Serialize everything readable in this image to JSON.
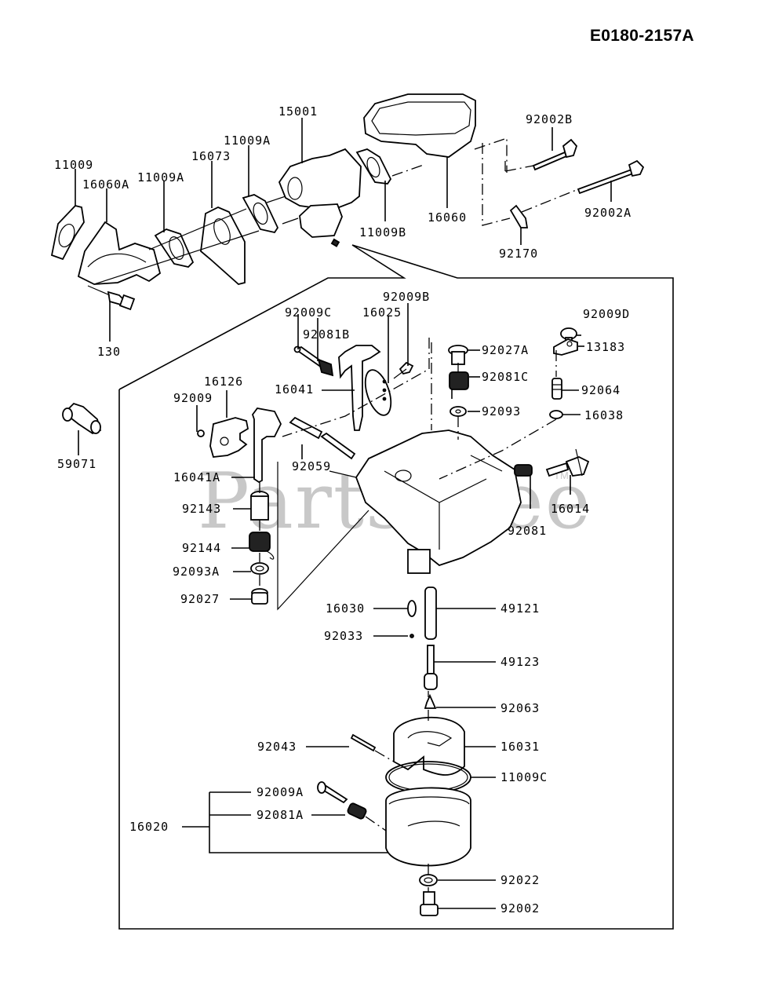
{
  "diagram": {
    "code": "E0180-2157A",
    "watermark": "PartsTree",
    "watermark_tm": "TM",
    "labels": {
      "p11009": "11009",
      "p16060A": "16060A",
      "p11009A_1": "11009A",
      "p16073": "16073",
      "p11009A_2": "11009A",
      "p15001": "15001",
      "p11009B": "11009B",
      "p16060": "16060",
      "p92002B": "92002B",
      "p92002A": "92002A",
      "p92170": "92170",
      "p130": "130",
      "p59071": "59071",
      "p92009C": "92009C",
      "p92081B": "92081B",
      "p16025": "16025",
      "p92009B": "92009B",
      "p16041": "16041",
      "p92027A": "92027A",
      "p92081C": "92081C",
      "p92093": "92093",
      "p92009D": "92009D",
      "p13183": "13183",
      "p92064": "92064",
      "p16038": "16038",
      "p16126": "16126",
      "p92009": "92009",
      "p92059": "92059",
      "p16041A": "16041A",
      "p92143": "92143",
      "p92144": "92144",
      "p92093A": "92093A",
      "p92027": "92027",
      "p16014": "16014",
      "p92081": "92081",
      "p16030": "16030",
      "p92033": "92033",
      "p49121": "49121",
      "p49123": "49123",
      "p92063": "92063",
      "p92043": "92043",
      "p16031": "16031",
      "p11009C": "11009C",
      "p92009A": "92009A",
      "p92081A": "92081A",
      "p16020": "16020",
      "p92022": "92022",
      "p92002": "92002"
    }
  }
}
